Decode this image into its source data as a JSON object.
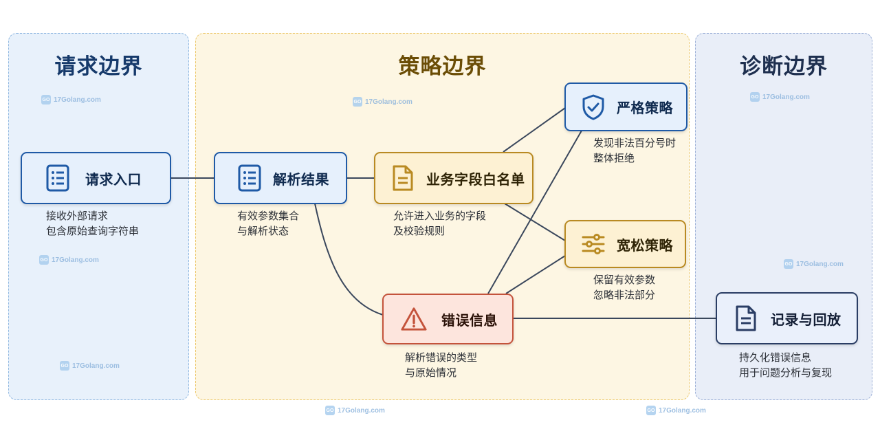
{
  "zones": {
    "request": "请求边界",
    "policy": "策略边界",
    "diagnostics": "诊断边界"
  },
  "nodes": {
    "request_entry": {
      "label": "请求入口",
      "icon": "list-document-icon",
      "caption": [
        "接收外部请求",
        "包含原始查询字符串"
      ]
    },
    "parse_result": {
      "label": "解析结果",
      "icon": "list-document-icon",
      "caption": [
        "有效参数集合",
        "与解析状态"
      ]
    },
    "field_whitelist": {
      "label": "业务字段白名单",
      "icon": "document-icon",
      "caption": [
        "允许进入业务的字段",
        "及校验规则"
      ]
    },
    "strict_policy": {
      "label": "严格策略",
      "icon": "shield-check-icon",
      "caption": [
        "发现非法百分号时",
        "整体拒绝"
      ]
    },
    "lenient_policy": {
      "label": "宽松策略",
      "icon": "sliders-icon",
      "caption": [
        "保留有效参数",
        "忽略非法部分"
      ]
    },
    "error_info": {
      "label": "错误信息",
      "icon": "warning-icon",
      "caption": [
        "解析错误的类型",
        "与原始情况"
      ]
    },
    "record_replay": {
      "label": "记录与回放",
      "icon": "document-icon",
      "caption": [
        "持久化错误信息",
        "用于问题分析与复现"
      ]
    }
  },
  "watermark": "17Golang.com",
  "colors": {
    "blue": "#1f5aa6",
    "gold": "#b98a22",
    "red": "#c4533b",
    "navy": "#2a3d64",
    "link": "#3a475c"
  }
}
